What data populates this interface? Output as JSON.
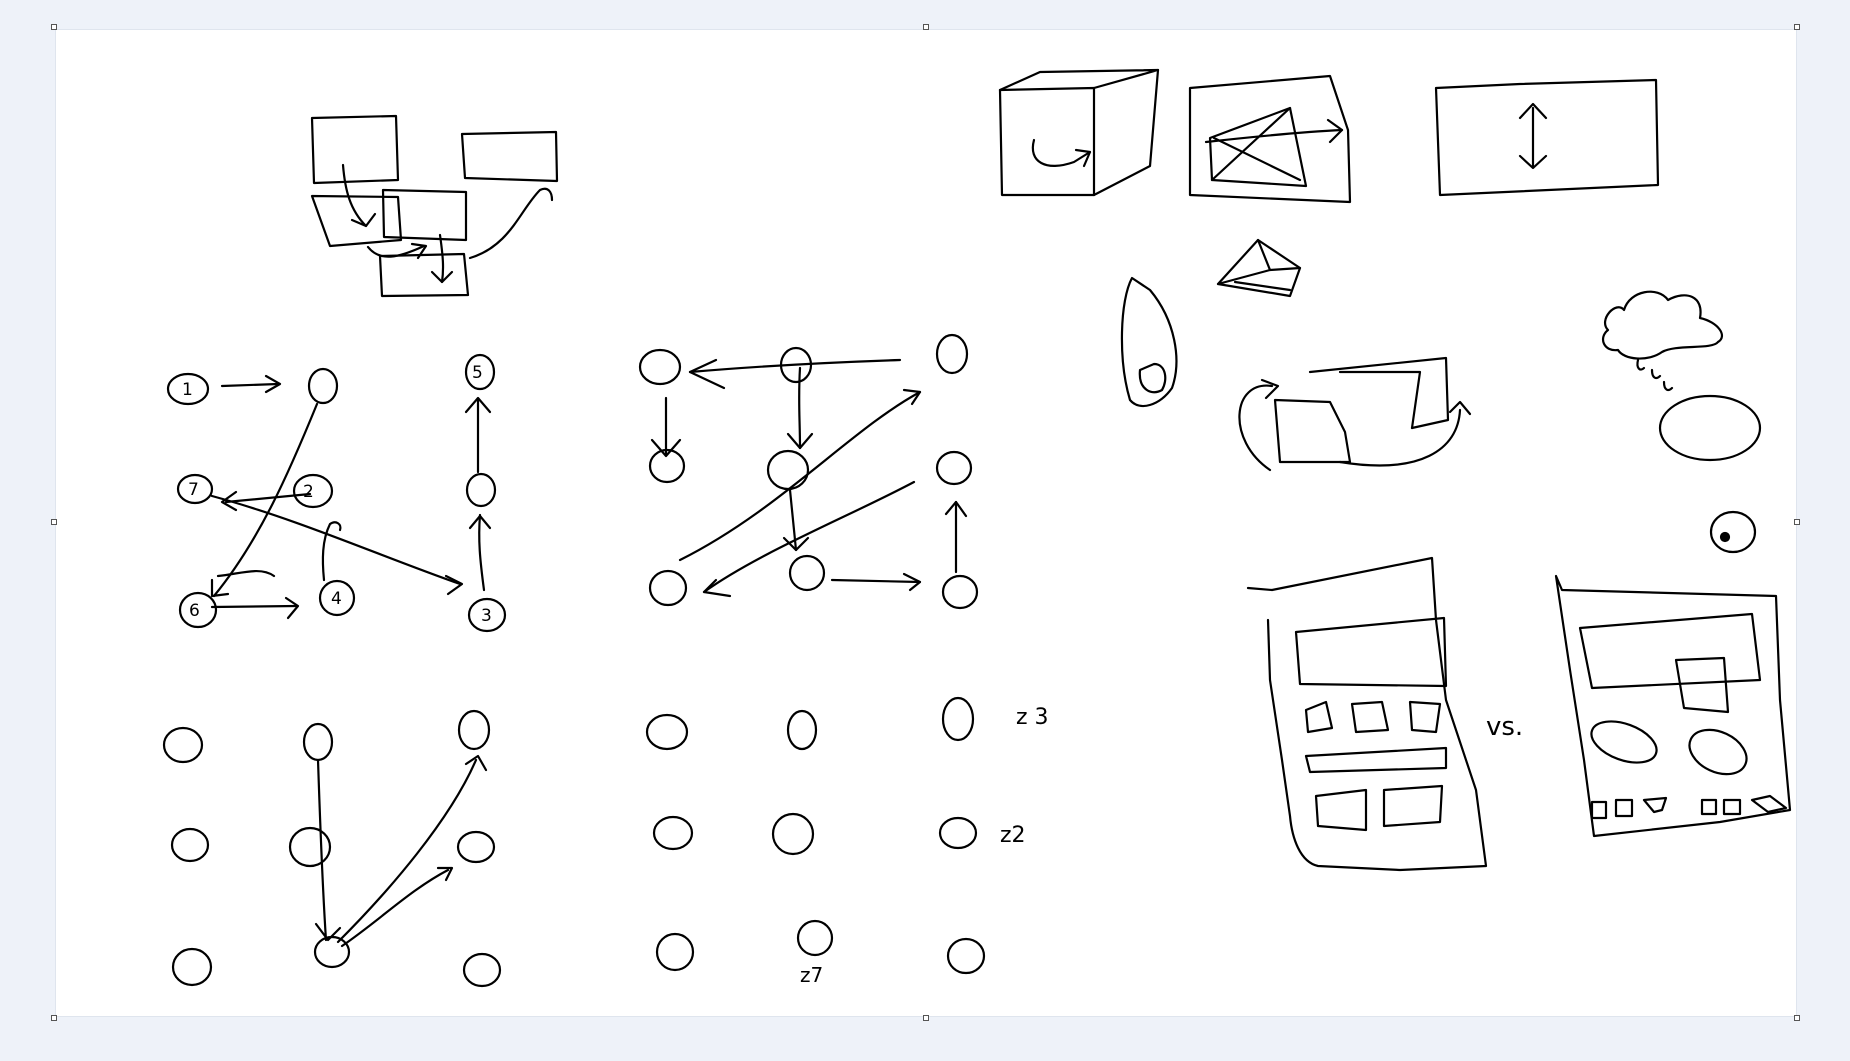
{
  "canvas": {
    "background": "#eef2f9",
    "page_color": "#ffffff",
    "ink_color": "#000000"
  },
  "sketch": {
    "node_numbers": [
      "1",
      "2",
      "3",
      "4",
      "5",
      "6",
      "7"
    ],
    "labels": {
      "z3": "z 3",
      "z2": "z2",
      "z7": "z7",
      "vs": "vs."
    }
  }
}
